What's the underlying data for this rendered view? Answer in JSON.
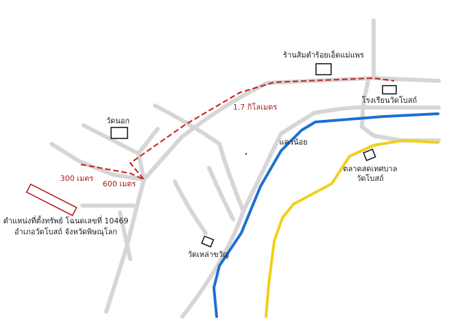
{
  "map": {
    "places": {
      "shop": "ร้านส้มตำร้อยเอ็ดแม่แพร",
      "school": "โรงเรียนวัดโบสถ์",
      "wat_nok": "วัดนอก",
      "khae_noi": "แควน้อย",
      "market_line1": "ตลาดสดเทศบาล",
      "market_line2": "วัดโบสถ์",
      "wat_lao": "วัดเหล่าขวัญ"
    },
    "property": {
      "line1": "ตำแหน่งที่ตั้งทรัพย์  โฉนดเลขที่ 10469",
      "line2": "อำเภอวัดโบสถ์ จังหวัดพิษณุโลก"
    },
    "distances": {
      "d1": "1.7 กิโลเมตร",
      "d2": "600 เมตร",
      "d3": "300 เมตร"
    },
    "colors": {
      "road": "#d6d6d6",
      "river_blue": "#1a6fd6",
      "river_yellow": "#f2cf1a",
      "route": "#c62828",
      "property": "#b71c1c",
      "landmark": "#1a1a1a"
    }
  }
}
